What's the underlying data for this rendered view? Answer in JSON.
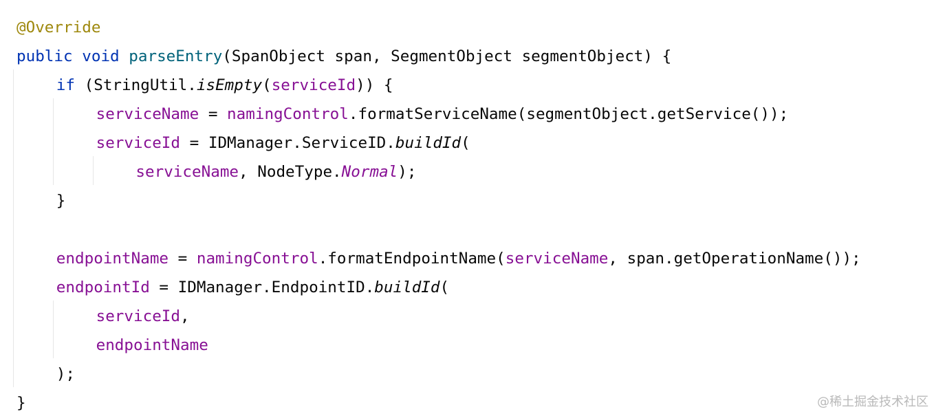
{
  "editor": {
    "lines": [
      {
        "indent": 0,
        "tokens": [
          {
            "t": "@Override",
            "c": "ann"
          }
        ]
      },
      {
        "indent": 0,
        "tokens": [
          {
            "t": "public",
            "c": "kw"
          },
          {
            "t": " ",
            "c": "plain"
          },
          {
            "t": "void",
            "c": "kw"
          },
          {
            "t": " ",
            "c": "plain"
          },
          {
            "t": "parseEntry",
            "c": "fn"
          },
          {
            "t": "(SpanObject span, SegmentObject segmentObject) {",
            "c": "plain"
          }
        ]
      },
      {
        "indent": 1,
        "tokens": [
          {
            "t": "if",
            "c": "kw"
          },
          {
            "t": " (StringUtil.",
            "c": "plain"
          },
          {
            "t": "isEmpty",
            "c": "plain it"
          },
          {
            "t": "(",
            "c": "plain"
          },
          {
            "t": "serviceId",
            "c": "fld"
          },
          {
            "t": ")) {",
            "c": "plain"
          }
        ]
      },
      {
        "indent": 2,
        "tokens": [
          {
            "t": "serviceName",
            "c": "fld"
          },
          {
            "t": " = ",
            "c": "plain"
          },
          {
            "t": "namingControl",
            "c": "fld"
          },
          {
            "t": ".formatServiceName(segmentObject.getService());",
            "c": "plain"
          }
        ]
      },
      {
        "indent": 2,
        "tokens": [
          {
            "t": "serviceId",
            "c": "fld"
          },
          {
            "t": " = IDManager.ServiceID.",
            "c": "plain"
          },
          {
            "t": "buildId",
            "c": "plain it"
          },
          {
            "t": "(",
            "c": "plain"
          }
        ]
      },
      {
        "indent": 3,
        "tokens": [
          {
            "t": "serviceName",
            "c": "fld"
          },
          {
            "t": ", NodeType.",
            "c": "plain"
          },
          {
            "t": "Normal",
            "c": "fld it"
          },
          {
            "t": ");",
            "c": "plain"
          }
        ]
      },
      {
        "indent": 1,
        "tokens": [
          {
            "t": "}",
            "c": "plain"
          }
        ]
      },
      {
        "indent": 0,
        "tokens": []
      },
      {
        "indent": 1,
        "tokens": [
          {
            "t": "endpointName",
            "c": "fld"
          },
          {
            "t": " = ",
            "c": "plain"
          },
          {
            "t": "namingControl",
            "c": "fld"
          },
          {
            "t": ".formatEndpointName(",
            "c": "plain"
          },
          {
            "t": "serviceName",
            "c": "fld"
          },
          {
            "t": ", span.getOperationName());",
            "c": "plain"
          }
        ]
      },
      {
        "indent": 1,
        "tokens": [
          {
            "t": "endpointId",
            "c": "fld"
          },
          {
            "t": " = IDManager.EndpointID.",
            "c": "plain"
          },
          {
            "t": "buildId",
            "c": "plain it"
          },
          {
            "t": "(",
            "c": "plain"
          }
        ]
      },
      {
        "indent": 2,
        "tokens": [
          {
            "t": "serviceId",
            "c": "fld"
          },
          {
            "t": ",",
            "c": "plain"
          }
        ]
      },
      {
        "indent": 2,
        "tokens": [
          {
            "t": "endpointName",
            "c": "fld"
          }
        ]
      },
      {
        "indent": 1,
        "tokens": [
          {
            "t": ");",
            "c": "plain"
          }
        ]
      },
      {
        "indent": 0,
        "tokens": [
          {
            "t": "}",
            "c": "plain"
          }
        ]
      }
    ]
  },
  "watermark": "@稀土掘金技术社区"
}
